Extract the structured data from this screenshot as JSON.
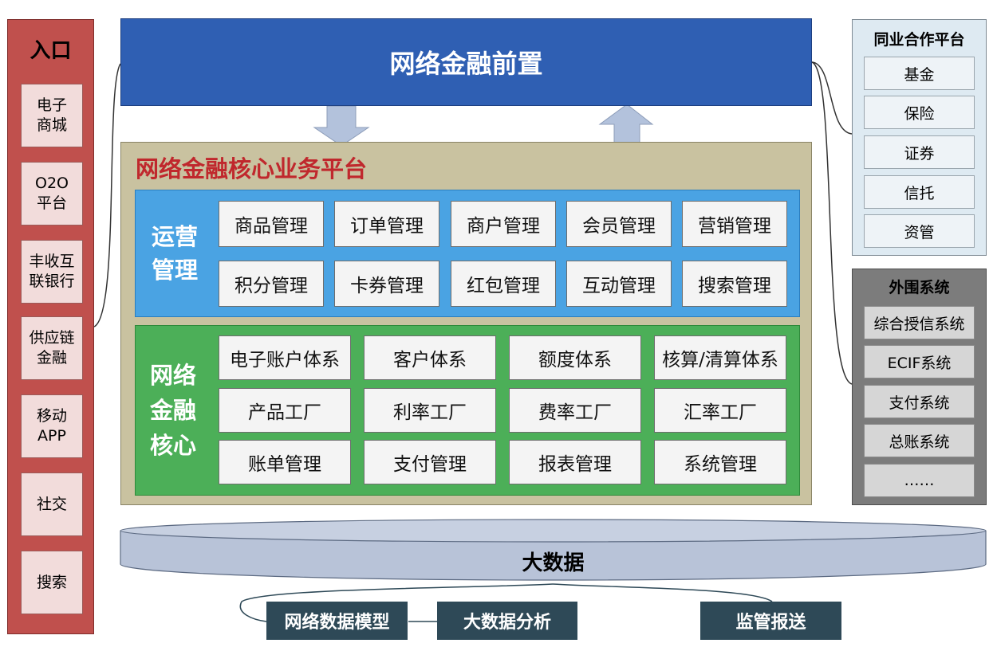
{
  "entry": {
    "title": "入口",
    "items": [
      "电子\n商城",
      "O2O\n平台",
      "丰收互\n联银行",
      "供应链\n金融",
      "移动\nAPP",
      "社交",
      "搜索"
    ]
  },
  "front": {
    "title": "网络金融前置"
  },
  "core": {
    "title": "网络金融核心业务平台",
    "ops": {
      "label": "运营\n管理",
      "items": [
        "商品管理",
        "订单管理",
        "商户管理",
        "会员管理",
        "营销管理",
        "积分管理",
        "卡券管理",
        "红包管理",
        "互动管理",
        "搜索管理"
      ]
    },
    "fin": {
      "label": "网络\n金融\n核心",
      "items": [
        "电子账户体系",
        "客户体系",
        "额度体系",
        "核算/清算体系",
        "产品工厂",
        "利率工厂",
        "费率工厂",
        "汇率工厂",
        "账单管理",
        "支付管理",
        "报表管理",
        "系统管理"
      ]
    }
  },
  "partner": {
    "title": "同业合作平台",
    "items": [
      "基金",
      "保险",
      "证券",
      "信托",
      "资管"
    ]
  },
  "periph": {
    "title": "外围系统",
    "items": [
      "综合授信系统",
      "ECIF系统",
      "支付系统",
      "总账系统",
      "……"
    ]
  },
  "bigdata": {
    "label": "大数据"
  },
  "bottom": {
    "items": [
      "网络数据模型",
      "大数据分析",
      "监管报送"
    ]
  },
  "colors": {
    "entry": "#c0504d",
    "front": "#2f5fb3",
    "core": "#c9c2a0",
    "core_title": "#c0282d",
    "ops": "#4aa3e3",
    "fin": "#4caf58",
    "partner": "#deeaf2",
    "periph": "#7c7c7c",
    "bigdata": "#b8c3d8",
    "bottom": "#2e4957"
  }
}
